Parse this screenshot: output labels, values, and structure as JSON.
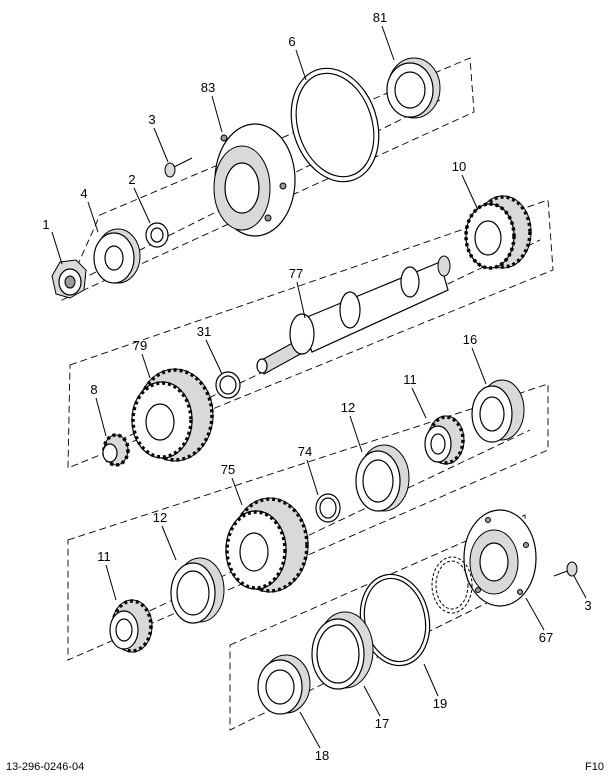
{
  "footer": {
    "drawing_number": "13-296-0246-04",
    "figure_id": "F10"
  },
  "callouts": [
    {
      "id": "c1",
      "label": "1"
    },
    {
      "id": "c4",
      "label": "4"
    },
    {
      "id": "c2",
      "label": "2"
    },
    {
      "id": "c3a",
      "label": "3"
    },
    {
      "id": "c83",
      "label": "83"
    },
    {
      "id": "c6",
      "label": "6"
    },
    {
      "id": "c81",
      "label": "81"
    },
    {
      "id": "c10",
      "label": "10"
    },
    {
      "id": "c77",
      "label": "77"
    },
    {
      "id": "c31",
      "label": "31"
    },
    {
      "id": "c79",
      "label": "79"
    },
    {
      "id": "c8",
      "label": "8"
    },
    {
      "id": "c16",
      "label": "16"
    },
    {
      "id": "c11a",
      "label": "11"
    },
    {
      "id": "c12a",
      "label": "12"
    },
    {
      "id": "c74",
      "label": "74"
    },
    {
      "id": "c75",
      "label": "75"
    },
    {
      "id": "c12b",
      "label": "12"
    },
    {
      "id": "c11b",
      "label": "11"
    },
    {
      "id": "c3b",
      "label": "3"
    },
    {
      "id": "c67",
      "label": "67"
    },
    {
      "id": "c19",
      "label": "19"
    },
    {
      "id": "c17",
      "label": "17"
    },
    {
      "id": "c18",
      "label": "18"
    }
  ]
}
